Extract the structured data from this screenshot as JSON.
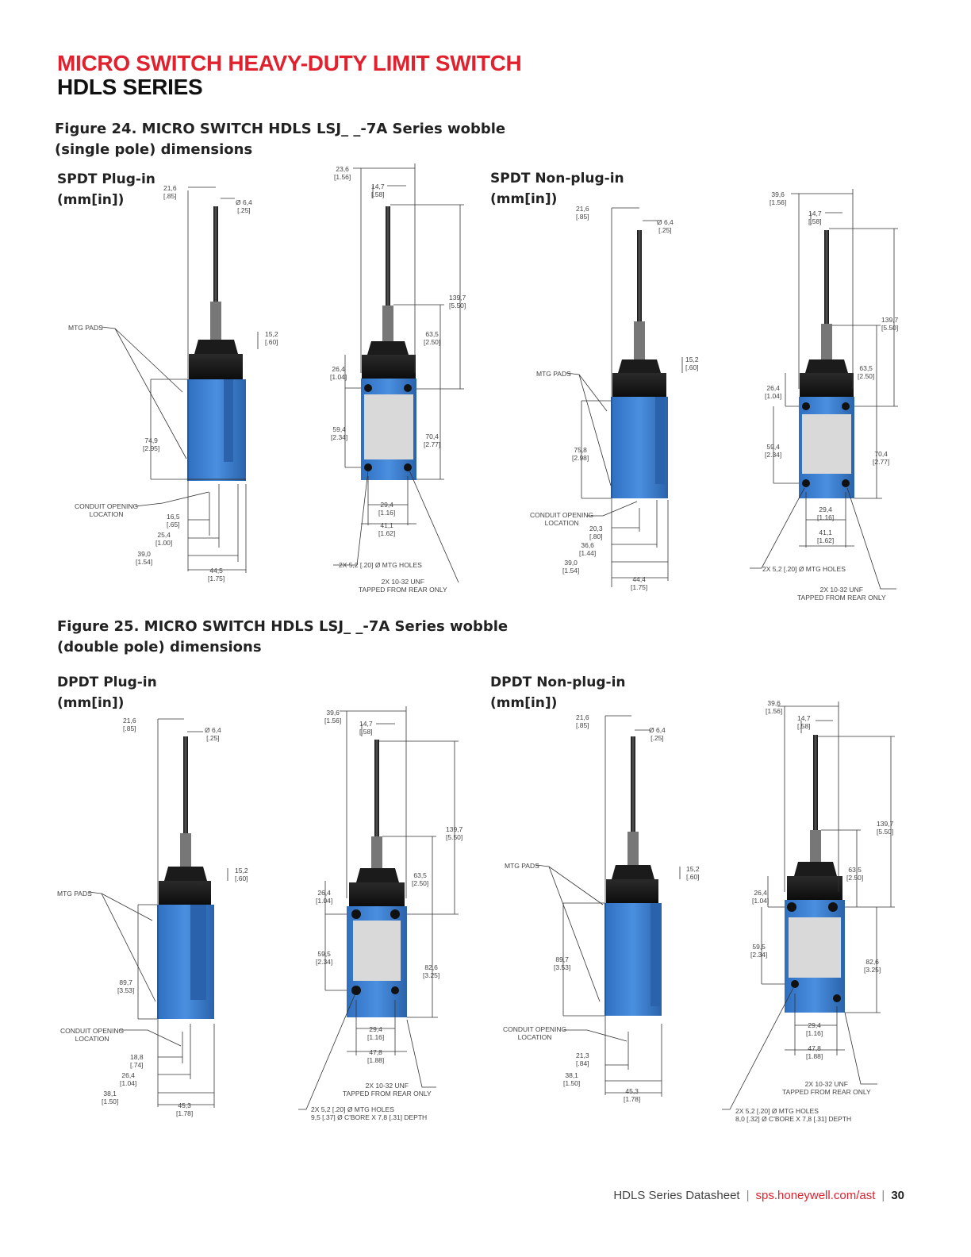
{
  "header": {
    "title_red": "MICRO SWITCH HEAVY-DUTY LIMIT SWITCH",
    "title_black": "HDLS SERIES"
  },
  "figure24": {
    "caption_line1": "Figure 24. MICRO SWITCH HDLS LSJ_ _-7A Series wobble",
    "caption_line2": "(single pole) dimensions",
    "left": {
      "heading_line1": "SPDT Plug-in",
      "heading_line2": "(mm[in])",
      "dims": {
        "w216": "21,6\n[.85]",
        "dia64": "Ø 6,4\n[.25]",
        "d152": "15,2\n[.60]",
        "d749": "74,9\n[2.95]",
        "d165": "16,5\n[.65]",
        "d254": "25,4\n[1.00]",
        "d390": "39,0\n[1.54]",
        "d445": "44,5\n[1.75]",
        "d236": "23,6\n[1.56]",
        "d147": "14,7\n[.58]",
        "d1397": "139,7\n[5.50]",
        "d635": "63,5\n[2.50]",
        "d264": "26,4\n[1.04]",
        "d594": "59,4\n[2.34]",
        "d704": "70,4\n[2.77]",
        "d294": "29,4\n[1.16]",
        "d411": "41,1\n[1.62]"
      },
      "notes": {
        "mtg_pads": "MTG PADS",
        "conduit": "CONDUIT OPENING\nLOCATION",
        "holes": "2X 5,2 [.20] Ø MTG HOLES",
        "unf": "2X 10-32 UNF\nTAPPED FROM REAR ONLY"
      }
    },
    "right": {
      "heading_line1": "SPDT Non-plug-in",
      "heading_line2": "(mm[in])",
      "dims": {
        "w216": "21,6\n[.85]",
        "dia64": "Ø 6,4\n[.25]",
        "d152": "15,2\n[.60]",
        "d758": "75,8\n[2.98]",
        "d203": "20,3\n[.80]",
        "d366": "36,6\n[1.44]",
        "d390": "39,0\n[1.54]",
        "d444": "44,4\n[1.75]",
        "d396": "39,6\n[1.56]",
        "d147": "14,7\n[.58]",
        "d1397": "139,7\n[5.50]",
        "d635": "63,5\n[2.50]",
        "d264": "26,4\n[1.04]",
        "d594": "59,4\n[2.34]",
        "d704": "70,4\n[2.77]",
        "d294": "29,4\n[1.16]",
        "d411": "41,1\n[1.62]"
      },
      "notes": {
        "mtg_pads": "MTG PADS",
        "conduit": "CONDUIT OPENING\nLOCATION",
        "holes": "2X 5,2 [.20]  Ø MTG HOLES",
        "unf": "2X 10-32 UNF\nTAPPED FROM REAR ONLY"
      }
    }
  },
  "figure25": {
    "caption_line1": "Figure 25. MICRO SWITCH HDLS LSJ_ _-7A Series wobble",
    "caption_line2": "(double pole) dimensions",
    "left": {
      "heading_line1": "DPDT Plug-in",
      "heading_line2": "(mm[in])",
      "dims": {
        "w216": "21,6\n[.85]",
        "dia64": "Ø 6,4\n[.25]",
        "d152": "15,2\n[.60]",
        "d897": "89,7\n[3.53]",
        "d188": "18,8\n[.74]",
        "d264b": "26,4\n[1.04]",
        "d381": "38,1\n[1.50]",
        "d453": "45,3\n[1.78]",
        "d396": "39,6\n[1.56]",
        "d147": "14,7\n[.58]",
        "d1397": "139,7\n[5.50]",
        "d635": "63,5\n[2.50]",
        "d264": "26,4\n[1.04]",
        "d595": "59,5\n[2.34]",
        "d826": "82,6\n[3.25]",
        "d294": "29,4\n[1.16]",
        "d478": "47,8\n[1.88]"
      },
      "notes": {
        "mtg_pads": "MTG PADS",
        "conduit": "CONDUIT OPENING\nLOCATION",
        "unf": "2X 10-32 UNF\nTAPPED FROM REAR ONLY",
        "holes": "2X 5,2 [.20] Ø MTG HOLES\n9,5 [.37] Ø C'BORE  X 7,8 [.31] DEPTH"
      }
    },
    "right": {
      "heading_line1": "DPDT Non-plug-in",
      "heading_line2": "(mm[in])",
      "dims": {
        "w216": "21,6\n[.85]",
        "dia64": "Ø 6,4\n[.25]",
        "d152": "15,2\n[.60]",
        "d897": "89,7\n[3.53]",
        "d213": "21,3\n[.84]",
        "d381": "38,1\n[1.50]",
        "d453": "45,3\n[1.78]",
        "d396": "39,6\n[1.56]",
        "d147": "14,7\n[.58]",
        "d1397": "139,7\n[5.50]",
        "d635": "63,5\n[2.50]",
        "d264": "26,4\n[1.04]",
        "d595": "59,5\n[2.34]",
        "d826": "82,6\n[3.25]",
        "d294": "29,4\n[1.16]",
        "d478": "47,8\n[1.88]"
      },
      "notes": {
        "mtg_pads": "MTG PADS",
        "conduit": "CONDUIT OPENING\nLOCATION",
        "unf": "2X 10-32 UNF\nTAPPED FROM REAR ONLY",
        "holes": "2X 5,2 [.20] Ø MTG HOLES\n8,0 [.32] Ø C'BORE  X 7,8 [.31] DEPTH"
      }
    }
  },
  "footer": {
    "doc": "HDLS Series Datasheet",
    "link": "sps.honeywell.com/ast",
    "page": "30"
  },
  "colors": {
    "brand_red": "#e0222f",
    "switch_blue": "#3b7fd0",
    "switch_blue_dark": "#2a63ab",
    "head_black": "#161616"
  }
}
